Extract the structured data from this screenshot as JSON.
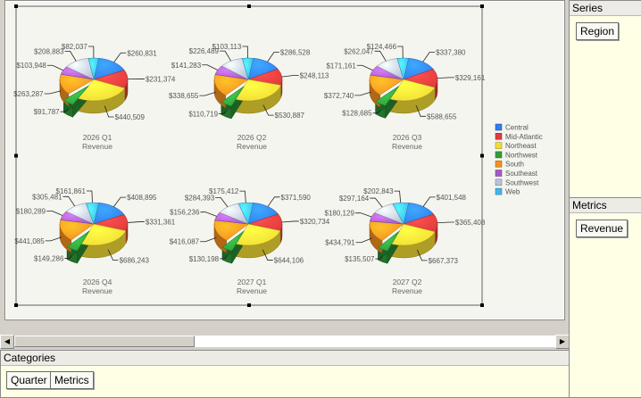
{
  "panels": {
    "series": {
      "title": "Series",
      "chips": [
        "Region"
      ]
    },
    "metrics": {
      "title": "Metrics",
      "chips": [
        "Revenue"
      ]
    },
    "categories": {
      "title": "Categories",
      "chips": [
        "Quarter",
        "Metrics"
      ]
    }
  },
  "scrollbar": {
    "left_arrow": "◀",
    "right_arrow": "▶"
  },
  "chart_data": {
    "type": "pie",
    "legend_placement": "right",
    "series": [
      {
        "name": "Central",
        "color": "#2f7df0"
      },
      {
        "name": "Mid-Atlantic",
        "color": "#e23b3b"
      },
      {
        "name": "Northeast",
        "color": "#f2dc34"
      },
      {
        "name": "Northwest",
        "color": "#2f9e3a"
      },
      {
        "name": "South",
        "color": "#f4901e"
      },
      {
        "name": "Southeast",
        "color": "#a25bc4"
      },
      {
        "name": "Southwest",
        "color": "#b8c2d8"
      },
      {
        "name": "Web",
        "color": "#3fb8ea"
      }
    ],
    "pies": [
      {
        "title": "2026 Q1",
        "subtitle": "Revenue",
        "labels": [
          "$260,831",
          "$231,374",
          "$440,509",
          "$91,787",
          "$263,287",
          "$103,948",
          "$208,883",
          "$82,037"
        ],
        "values": [
          260831,
          231374,
          440509,
          91787,
          263287,
          103948,
          208883,
          82037
        ]
      },
      {
        "title": "2026 Q2",
        "subtitle": "Revenue",
        "labels": [
          "$286,528",
          "$248,113",
          "$530,887",
          "$110,719",
          "$338,655",
          "$141,283",
          "$226,489",
          "$103,113"
        ],
        "values": [
          286528,
          248113,
          530887,
          110719,
          338655,
          141283,
          226489,
          103113
        ]
      },
      {
        "title": "2026 Q3",
        "subtitle": "Revenue",
        "labels": [
          "$337,380",
          "$329,161",
          "$588,655",
          "$128,685",
          "$372,740",
          "$171,161",
          "$262,047",
          "$124,466"
        ],
        "values": [
          337380,
          329161,
          588655,
          128685,
          372740,
          171161,
          262047,
          124466
        ]
      },
      {
        "title": "2026 Q4",
        "subtitle": "Revenue",
        "labels": [
          "$408,895",
          "$331,361",
          "$686,243",
          "$149,286",
          "$441,085",
          "$180,289",
          "$305,481",
          "$161,861"
        ],
        "values": [
          408895,
          331361,
          686243,
          149286,
          441085,
          180289,
          305481,
          161861
        ]
      },
      {
        "title": "2027 Q1",
        "subtitle": "Revenue",
        "labels": [
          "$371,590",
          "$320,734",
          "$644,106",
          "$130,198",
          "$416,087",
          "$156,236",
          "$284,393",
          "$175,412"
        ],
        "values": [
          371590,
          320734,
          644106,
          130198,
          416087,
          156236,
          284393,
          175412
        ]
      },
      {
        "title": "2027 Q2",
        "subtitle": "Revenue",
        "labels": [
          "$401,548",
          "$365,408",
          "$667,373",
          "$135,507",
          "$434,791",
          "$180,129",
          "$297,164",
          "$202,843"
        ],
        "values": [
          401548,
          365408,
          667373,
          135507,
          434791,
          180129,
          297164,
          202843
        ]
      }
    ]
  }
}
